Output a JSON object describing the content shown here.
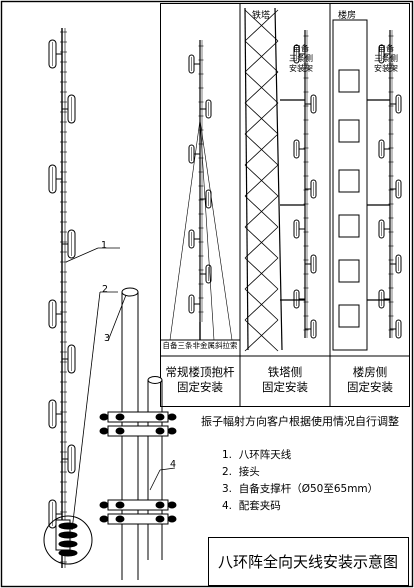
{
  "panels": [
    {
      "caption": "常规楼顶抱杆\n固定安装",
      "note": "自备三条非金属斜拉索"
    },
    {
      "caption": "铁塔侧\n固定安装",
      "label": "铁塔",
      "bracket": "自备\n三条侧\n安装架"
    },
    {
      "caption": "楼房侧\n固定安装",
      "label": "楼房",
      "bracket": "自备\n三条侧\n安装架"
    }
  ],
  "adjust_note": "振子幅射方向客户根据使用情况自行调整",
  "legend": [
    {
      "num": "1.",
      "text": "八环阵天线"
    },
    {
      "num": "2.",
      "text": "接头"
    },
    {
      "num": "3.",
      "text": "自备支撑杆（Ø50至65mm）"
    },
    {
      "num": "4.",
      "text": "配套夹码"
    }
  ],
  "callouts": [
    "1",
    "2",
    "3",
    "4"
  ],
  "title": "八环阵全向天线安装示意图"
}
